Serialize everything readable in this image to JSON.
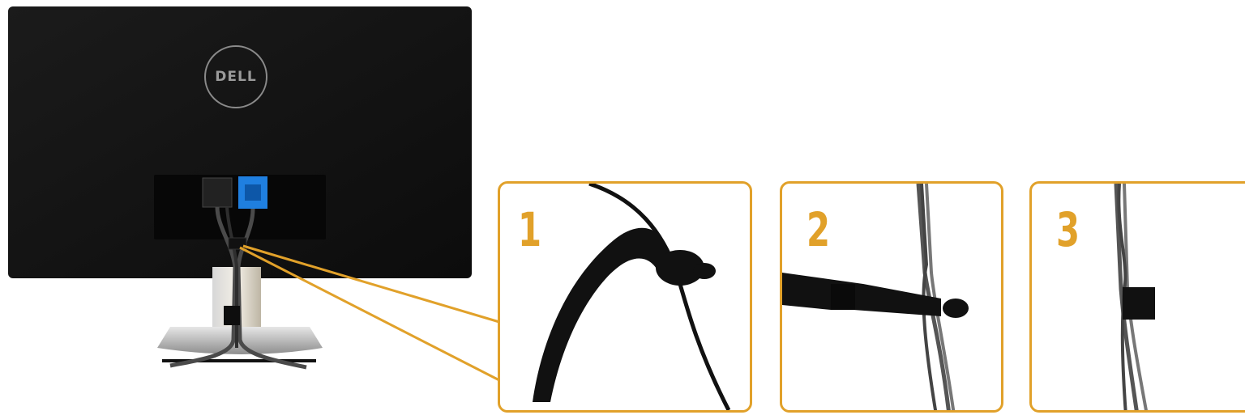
{
  "brand": {
    "logo_text": "DELL"
  },
  "colors": {
    "accent": "#E1A12A",
    "monitor_body": "#141414",
    "strap": "#111111",
    "cable": "#555555",
    "vga_blue": "#1F7FE0",
    "stand_silver": "#B8B8B8"
  },
  "steps": [
    {
      "number": "1"
    },
    {
      "number": "2"
    },
    {
      "number": "3"
    }
  ]
}
